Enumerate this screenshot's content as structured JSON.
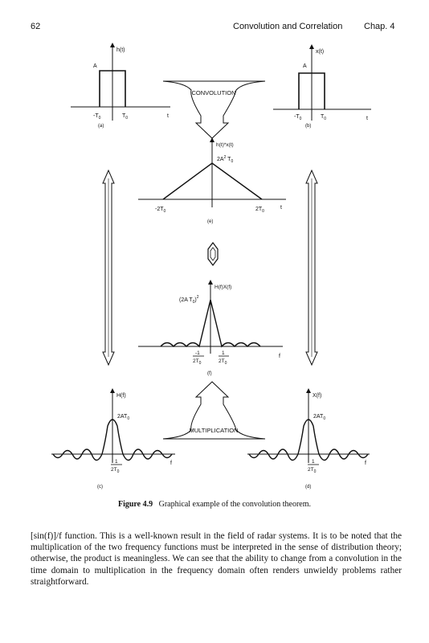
{
  "header": {
    "page_number": "62",
    "chapter_title": "Convolution and Correlation",
    "chapter_ref": "Chap. 4"
  },
  "panels": {
    "a": {
      "ylabel": "h(t)",
      "amplitude": "A",
      "neg_tick": "-T",
      "neg_sub": "0",
      "pos_tick": "T",
      "pos_sub": "0",
      "xlabel": "t",
      "tag": "(a)"
    },
    "b": {
      "ylabel": "x(t)",
      "amplitude": "A",
      "neg_tick": "-T",
      "neg_sub": "0",
      "pos_tick": "T",
      "pos_sub": "0",
      "xlabel": "t",
      "tag": "(b)"
    },
    "e": {
      "ylabel": "h(t)*x(t)",
      "peak_base": "2A",
      "peak_sup": "2",
      "peak_tail": " T",
      "peak_sub": "0",
      "neg_tick": "-2T",
      "neg_sub": "0",
      "pos_tick": "2T",
      "pos_sub": "0",
      "xlabel": "t",
      "tag": "(e)"
    },
    "f": {
      "ylabel": "H(f)X(f)",
      "peak_base": "(2A T",
      "peak_sub": "0",
      "peak_tail": ")",
      "peak_sup": "2",
      "neg_num": "-1",
      "neg_den": "2T",
      "neg_sub": "0",
      "pos_num": "1",
      "pos_den": "2T",
      "pos_sub": "0",
      "xlabel": "f",
      "tag": "(f)"
    },
    "c": {
      "ylabel": "H(f)",
      "peak": "2AT",
      "peak_sub": "0",
      "num": "1",
      "den": "2T",
      "den_sub": "0",
      "xlabel": "f",
      "tag": "(c)"
    },
    "d": {
      "ylabel": "X(f)",
      "peak": "2AT",
      "peak_sub": "0",
      "num": "1",
      "den": "2T",
      "den_sub": "0",
      "xlabel": "f",
      "tag": "(d)"
    }
  },
  "arrows": {
    "convolution": "CONVOLUTION",
    "multiplication": "MULTIPLICATION"
  },
  "caption": {
    "label": "Figure 4.9",
    "text": "Graphical example of the convolution theorem."
  },
  "body_text": "[sin(f)]/f function. This is a well-known result in the field of radar systems. It is to be noted that the multiplication of the two frequency functions must be interpreted in the sense of distribution theory; otherwise, the product is meaningless. We can see that the ability to change from a convolution in the time domain to multiplication in the frequency domain often renders unwieldy problems rather straightforward."
}
